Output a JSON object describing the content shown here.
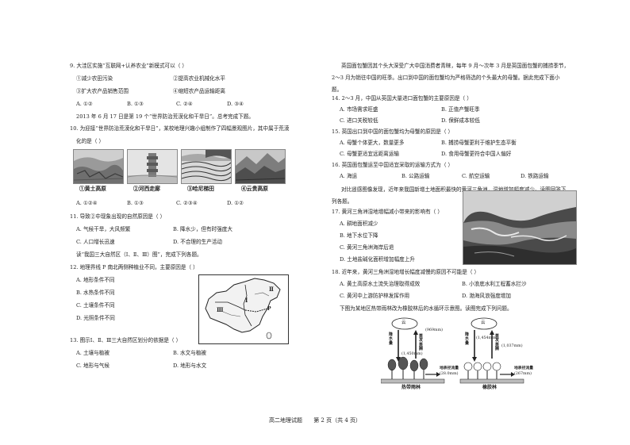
{
  "left": {
    "q9": {
      "stem": "9. 大洼区实施“互联网+认养农业”新模式可以（   ）",
      "items": [
        "①减少农田污染",
        "②提高农业机械化水平",
        "③扩大农产品销售范围",
        "④缩短农产品运输距离"
      ],
      "options": [
        "A. ①②",
        "B. ①③",
        "C. ②④",
        "D. ③④"
      ]
    },
    "intro10": "2013 年 6 月 17 日是第 19 个“世界防治荒漠化和干旱日”。总考完成下题。",
    "q10": {
      "stem": "10. 为迎接“世界防治荒漠化和干旱日”，某校地理兴趣小组制作了四幅景观图片，其中属于荒漠",
      "stem2": "化的是（    ）",
      "captions": [
        "①黄土高原",
        "②河西走廊",
        "③哈尼梯田",
        "④云贵高原"
      ],
      "options": [
        "A. ①②④",
        "B. ①③",
        "C. ②③④",
        "D. ①②"
      ]
    },
    "q11": {
      "stem": "11. 导致②中现象出现的自然原因是（    ）",
      "options": [
        "A. 气候干旱，大风频繁",
        "B. 降水少，但有时强度大",
        "C. 人口增长迅速",
        "D. 不合理的生产活动"
      ]
    },
    "intro12": "读“我国三大自然区（Ⅰ、Ⅱ、Ⅲ）图”，完成下列各题。",
    "q12": {
      "stem": "12. 地理界线 P 南北两侧种植业不同，主要原因是（    ）",
      "options": [
        "A. 地形条件不同",
        "B. 水热条件不同",
        "C. 土壤条件不同",
        "D. 光照条件不同"
      ]
    },
    "map": {
      "labels": [
        "Ⅰ",
        "Ⅱ",
        "Ⅲ",
        "P"
      ]
    },
    "q13": {
      "stem": "13. 图示Ⅰ、Ⅱ、Ⅲ三大自然区划分的依据是（    ）",
      "options": [
        "A. 土壤与植被",
        "B. 水文与植被",
        "C. 地形与气候",
        "D. 地形与水文"
      ]
    }
  },
  "right": {
    "intro14": "英国面包蟹因其个头大深受广大中国消费者青睐，每年 9 月～次年 3 月是英国面包蟹的捕捞季节，2～3 月为销往中国的旺季。出口到中国的面包蟹均为严格筛选的个头最大的母蟹。据此完成下面小题。",
    "q14": {
      "stem": "14. 2～3 月，中国从英国大量进口面包蟹的主要原因是（    ）",
      "options": [
        "A. 市场需求旺盛",
        "B. 正值产蟹旺季",
        "C. 进口关税较低",
        "D. 保鲜成本较低"
      ]
    },
    "q15": {
      "stem": "15. 英国出口到中国的面包蟹均为母蟹的原因是（    ）",
      "options": [
        "A. 母蟹个体更大，数量更多",
        "B. 捕捞母蟹更利于维护生态平衡",
        "C. 母蟹更适宜远距离运输",
        "D. 食用母蟹更符合中国人偏好"
      ]
    },
    "q16": {
      "stem": "16. 英国面包蟹运至中国适宜采取的运输方式为（    ）",
      "options": [
        "A. 海运",
        "B. 公路运输",
        "C. 航空运输",
        "D. 铁路运输"
      ]
    },
    "intro17": "对比遥感图像发现，近年来我国新增土地面积最快的黄河三角洲，湿地增加幅度减少。读图回答下列各题。",
    "q17": {
      "stem": "17. 黄河三角洲湿地增幅减小带来的影响有（    ）",
      "options": [
        "A. 耕地面积减少",
        "B. 地下水位下降",
        "C. 黄河三角洲海岸后退",
        "D. 土地盐碱化面积增加幅度上升"
      ]
    },
    "q18": {
      "stem": "18. 近年来，黄河三角洲湿地增长幅度减慢的原因不可能是（    ）",
      "options": [
        "A. 黄土高原水土流失治理取得成效",
        "B. 小浪底水利工程蓄水拦沙",
        "C. 黄河中上游防护林发挥作用",
        "D. 渤海风浪强度增加"
      ]
    },
    "intro19": "下图为某地区热带雨林改为橡胶林后的水循环示意图。读图完成下列问题。",
    "diagram": {
      "cloud": "云",
      "left_precip": "降水量",
      "left_evap": "蒸发蒸腾",
      "left_val": "(969mm)",
      "left_runoff": "地表径流量",
      "left_runoff_val": "(28.0mm)",
      "left_ground": "(1,450mm)",
      "left_forest": "热带雨林",
      "right_precip": "降水量",
      "right_precip_val": "(1,454mm)",
      "right_evap": "蒸发蒸腾",
      "right_val": "(1,037mm)",
      "right_runoff": "地表径流量",
      "right_runoff_val": "(267mm)",
      "right_forest": "橡胶林"
    }
  },
  "footer": {
    "subject": "高二地理试题",
    "page": "第 2 页（共 4 页）"
  }
}
